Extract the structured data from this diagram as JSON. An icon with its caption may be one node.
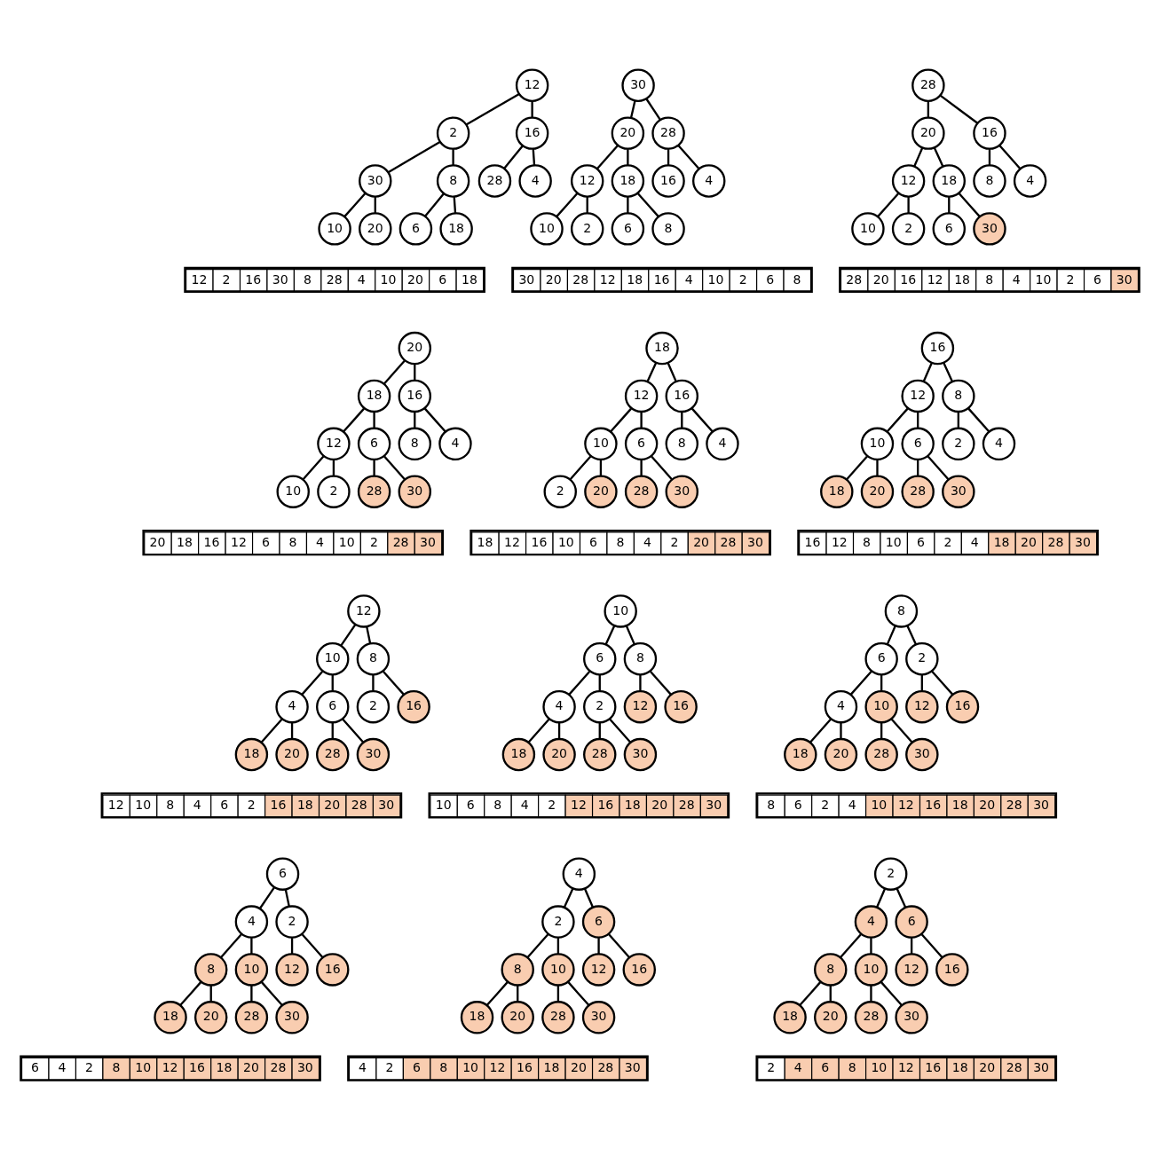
{
  "diagram": {
    "nodes": [
      {
        "text": [
          "12"
        ]
      },
      {
        "text": [
          "2"
        ]
      },
      {
        "text": [
          "16"
        ]
      },
      {
        "text": [
          "30"
        ]
      },
      {
        "text": [
          "8"
        ]
      },
      {
        "text": [
          "28"
        ]
      },
      {
        "text": [
          "4"
        ]
      },
      {
        "text": [
          "10"
        ]
      },
      {
        "text": [
          "20"
        ]
      },
      {
        "text": [
          "6"
        ]
      },
      {
        "text": [
          "18"
        ]
      },
      {
        "text": [
          "30"
        ]
      },
      {
        "text": [
          "20"
        ]
      },
      {
        "text": [
          "28"
        ]
      },
      {
        "text": [
          "12"
        ]
      },
      {
        "text": [
          "18"
        ]
      },
      {
        "text": [
          "16"
        ]
      },
      {
        "text": [
          "4"
        ]
      },
      {
        "text": [
          "10"
        ]
      },
      {
        "text": [
          "2"
        ]
      },
      {
        "text": [
          "6"
        ]
      },
      {
        "text": [
          "8"
        ]
      },
      {
        "text": [
          "28"
        ]
      },
      {
        "text": [
          "20"
        ]
      },
      {
        "text": [
          "16"
        ]
      },
      {
        "text": [
          "12"
        ]
      },
      {
        "text": [
          "18"
        ]
      },
      {
        "text": [
          "8"
        ]
      },
      {
        "text": [
          "4"
        ]
      },
      {
        "text": [
          "10"
        ]
      },
      {
        "text": [
          "2"
        ]
      },
      {
        "text": [
          "6"
        ]
      },
      {
        "text": [
          "30"
        ]
      },
      {
        "text": [
          "20"
        ]
      },
      {
        "text": [
          "18"
        ]
      },
      {
        "text": [
          "16"
        ]
      },
      {
        "text": [
          "12"
        ]
      },
      {
        "text": [
          "6"
        ]
      },
      {
        "text": [
          "8"
        ]
      },
      {
        "text": [
          "4"
        ]
      },
      {
        "text": [
          "10"
        ]
      },
      {
        "text": [
          "2"
        ]
      },
      {
        "text": [
          "28"
        ]
      },
      {
        "text": [
          "30"
        ]
      },
      {
        "text": [
          "18"
        ]
      },
      {
        "text": [
          "12"
        ]
      },
      {
        "text": [
          "16"
        ]
      },
      {
        "text": [
          "10"
        ]
      },
      {
        "text": [
          "6"
        ]
      },
      {
        "text": [
          "8"
        ]
      },
      {
        "text": [
          "4"
        ]
      },
      {
        "text": [
          "2"
        ]
      },
      {
        "text": [
          "20"
        ]
      },
      {
        "text": [
          "28"
        ]
      },
      {
        "text": [
          "30"
        ]
      },
      {
        "text": [
          "16"
        ]
      },
      {
        "text": [
          "12"
        ]
      },
      {
        "text": [
          "8"
        ]
      },
      {
        "text": [
          "10"
        ]
      },
      {
        "text": [
          "6"
        ]
      },
      {
        "text": [
          "2"
        ]
      },
      {
        "text": [
          "4"
        ]
      },
      {
        "text": [
          "18"
        ]
      },
      {
        "text": [
          "20"
        ]
      },
      {
        "text": [
          "28"
        ]
      },
      {
        "text": [
          "30"
        ]
      },
      {
        "text": [
          "12"
        ]
      },
      {
        "text": [
          "10"
        ]
      },
      {
        "text": [
          "8"
        ]
      },
      {
        "text": [
          "4"
        ]
      },
      {
        "text": [
          "6"
        ]
      },
      {
        "text": [
          "2"
        ]
      },
      {
        "text": [
          "16"
        ]
      },
      {
        "text": [
          "18"
        ]
      },
      {
        "text": [
          "20"
        ]
      },
      {
        "text": [
          "28"
        ]
      },
      {
        "text": [
          "30"
        ]
      },
      {
        "text": [
          "10"
        ]
      },
      {
        "text": [
          "6"
        ]
      },
      {
        "text": [
          "8"
        ]
      },
      {
        "text": [
          "4"
        ]
      },
      {
        "text": [
          "2"
        ]
      },
      {
        "text": [
          "12"
        ]
      },
      {
        "text": [
          "16"
        ]
      },
      {
        "text": [
          "18"
        ]
      },
      {
        "text": [
          "20"
        ]
      },
      {
        "text": [
          "28"
        ]
      },
      {
        "text": [
          "30"
        ]
      },
      {
        "text": [
          "8"
        ]
      },
      {
        "text": [
          "6"
        ]
      },
      {
        "text": [
          "2"
        ]
      },
      {
        "text": [
          "4"
        ]
      },
      {
        "text": [
          "10"
        ]
      },
      {
        "text": [
          "12"
        ]
      },
      {
        "text": [
          "16"
        ]
      },
      {
        "text": [
          "18"
        ]
      },
      {
        "text": [
          "20"
        ]
      },
      {
        "text": [
          "28"
        ]
      },
      {
        "text": [
          "30"
        ]
      },
      {
        "text": [
          "6"
        ]
      },
      {
        "text": [
          "4"
        ]
      },
      {
        "text": [
          "2"
        ]
      },
      {
        "text": [
          "8"
        ]
      },
      {
        "text": [
          "10"
        ]
      },
      {
        "text": [
          "12"
        ]
      },
      {
        "text": [
          "16"
        ]
      },
      {
        "text": [
          "18"
        ]
      },
      {
        "text": [
          "20"
        ]
      },
      {
        "text": [
          "28"
        ]
      },
      {
        "text": [
          "30"
        ]
      },
      {
        "text": [
          "4"
        ]
      },
      {
        "text": [
          "2"
        ]
      },
      {
        "text": [
          "6"
        ]
      },
      {
        "text": [
          "8"
        ]
      },
      {
        "text": [
          "10"
        ]
      },
      {
        "text": [
          "12"
        ]
      },
      {
        "text": [
          "16"
        ]
      },
      {
        "text": [
          "18"
        ]
      },
      {
        "text": [
          "20"
        ]
      },
      {
        "text": [
          "28"
        ]
      },
      {
        "text": [
          "30"
        ]
      },
      {
        "text": [
          "2"
        ]
      },
      {
        "text": [
          "4"
        ]
      },
      {
        "text": [
          "6"
        ]
      },
      {
        "text": [
          "8"
        ]
      },
      {
        "text": [
          "10"
        ]
      },
      {
        "text": [
          "12"
        ]
      },
      {
        "text": [
          "16"
        ]
      },
      {
        "text": [
          "18"
        ]
      },
      {
        "text": [
          "20"
        ]
      },
      {
        "text": [
          "28"
        ]
      },
      {
        "text": [
          "30"
        ]
      }
    ],
    "edges": [
      {
        "from": 0,
        "to": 1,
        "arrow": "none"
      },
      {
        "from": 0,
        "to": 2,
        "arrow": "none"
      },
      {
        "from": 1,
        "to": 3,
        "arrow": "none"
      },
      {
        "from": 1,
        "to": 4,
        "arrow": "none"
      },
      {
        "from": 2,
        "to": 5,
        "arrow": "none"
      },
      {
        "from": 2,
        "to": 6,
        "arrow": "none"
      },
      {
        "from": 3,
        "to": 7,
        "arrow": "none"
      },
      {
        "from": 3,
        "to": 8,
        "arrow": "none"
      },
      {
        "from": 4,
        "to": 9,
        "arrow": "none"
      },
      {
        "from": 4,
        "to": 10,
        "arrow": "none"
      },
      {
        "from": 11,
        "to": 12,
        "arrow": "none"
      },
      {
        "from": 11,
        "to": 13,
        "arrow": "none"
      },
      {
        "from": 12,
        "to": 14,
        "arrow": "none"
      },
      {
        "from": 12,
        "to": 15,
        "arrow": "none"
      },
      {
        "from": 13,
        "to": 16,
        "arrow": "none"
      },
      {
        "from": 13,
        "to": 17,
        "arrow": "none"
      },
      {
        "from": 14,
        "to": 18,
        "arrow": "none"
      },
      {
        "from": 14,
        "to": 19,
        "arrow": "none"
      },
      {
        "from": 15,
        "to": 20,
        "arrow": "none"
      },
      {
        "from": 15,
        "to": 21,
        "arrow": "none"
      },
      {
        "from": 22,
        "to": 23,
        "arrow": "none"
      },
      {
        "from": 22,
        "to": 24,
        "arrow": "none"
      },
      {
        "from": 23,
        "to": 25,
        "arrow": "none"
      },
      {
        "from": 23,
        "to": 26,
        "arrow": "none"
      },
      {
        "from": 24,
        "to": 27,
        "arrow": "none"
      },
      {
        "from": 24,
        "to": 28,
        "arrow": "none"
      },
      {
        "from": 25,
        "to": 29,
        "arrow": "none"
      },
      {
        "from": 25,
        "to": 30,
        "arrow": "none"
      },
      {
        "from": 26,
        "to": 31,
        "arrow": "none"
      },
      {
        "from": 26,
        "to": 32,
        "arrow": "none"
      },
      {
        "from": 33,
        "to": 34,
        "arrow": "none"
      },
      {
        "from": 33,
        "to": 35,
        "arrow": "none"
      },
      {
        "from": 34,
        "to": 36,
        "arrow": "none"
      },
      {
        "from": 34,
        "to": 37,
        "arrow": "none"
      },
      {
        "from": 35,
        "to": 38,
        "arrow": "none"
      },
      {
        "from": 35,
        "to": 39,
        "arrow": "none"
      },
      {
        "from": 36,
        "to": 40,
        "arrow": "none"
      },
      {
        "from": 36,
        "to": 41,
        "arrow": "none"
      },
      {
        "from": 37,
        "to": 42,
        "arrow": "none"
      },
      {
        "from": 37,
        "to": 43,
        "arrow": "none"
      },
      {
        "from": 44,
        "to": 45,
        "arrow": "none"
      },
      {
        "from": 44,
        "to": 46,
        "arrow": "none"
      },
      {
        "from": 45,
        "to": 47,
        "arrow": "none"
      },
      {
        "from": 45,
        "to": 48,
        "arrow": "none"
      },
      {
        "from": 46,
        "to": 49,
        "arrow": "none"
      },
      {
        "from": 46,
        "to": 50,
        "arrow": "none"
      },
      {
        "from": 47,
        "to": 51,
        "arrow": "none"
      },
      {
        "from": 47,
        "to": 52,
        "arrow": "none"
      },
      {
        "from": 48,
        "to": 53,
        "arrow": "none"
      },
      {
        "from": 48,
        "to": 54,
        "arrow": "none"
      },
      {
        "from": 55,
        "to": 56,
        "arrow": "none"
      },
      {
        "from": 55,
        "to": 57,
        "arrow": "none"
      },
      {
        "from": 56,
        "to": 58,
        "arrow": "none"
      },
      {
        "from": 56,
        "to": 59,
        "arrow": "none"
      },
      {
        "from": 57,
        "to": 60,
        "arrow": "none"
      },
      {
        "from": 57,
        "to": 61,
        "arrow": "none"
      },
      {
        "from": 58,
        "to": 62,
        "arrow": "none"
      },
      {
        "from": 58,
        "to": 63,
        "arrow": "none"
      },
      {
        "from": 59,
        "to": 64,
        "arrow": "none"
      },
      {
        "from": 59,
        "to": 65,
        "arrow": "none"
      },
      {
        "from": 66,
        "to": 67,
        "arrow": "none"
      },
      {
        "from": 66,
        "to": 68,
        "arrow": "none"
      },
      {
        "from": 67,
        "to": 69,
        "arrow": "none"
      },
      {
        "from": 67,
        "to": 70,
        "arrow": "none"
      },
      {
        "from": 68,
        "to": 71,
        "arrow": "none"
      },
      {
        "from": 68,
        "to": 72,
        "arrow": "none"
      },
      {
        "from": 69,
        "to": 73,
        "arrow": "none"
      },
      {
        "from": 69,
        "to": 74,
        "arrow": "none"
      },
      {
        "from": 70,
        "to": 75,
        "arrow": "none"
      },
      {
        "from": 70,
        "to": 76,
        "arrow": "none"
      },
      {
        "from": 77,
        "to": 78,
        "arrow": "none"
      },
      {
        "from": 77,
        "to": 79,
        "arrow": "none"
      },
      {
        "from": 78,
        "to": 80,
        "arrow": "none"
      },
      {
        "from": 78,
        "to": 81,
        "arrow": "none"
      },
      {
        "from": 79,
        "to": 82,
        "arrow": "none"
      },
      {
        "from": 79,
        "to": 83,
        "arrow": "none"
      },
      {
        "from": 80,
        "to": 84,
        "arrow": "none"
      },
      {
        "from": 80,
        "to": 85,
        "arrow": "none"
      },
      {
        "from": 81,
        "to": 86,
        "arrow": "none"
      },
      {
        "from": 81,
        "to": 87,
        "arrow": "none"
      },
      {
        "from": 88,
        "to": 89,
        "arrow": "none"
      },
      {
        "from": 88,
        "to": 90,
        "arrow": "none"
      },
      {
        "from": 89,
        "to": 91,
        "arrow": "none"
      },
      {
        "from": 89,
        "to": 92,
        "arrow": "none"
      },
      {
        "from": 90,
        "to": 93,
        "arrow": "none"
      },
      {
        "from": 90,
        "to": 94,
        "arrow": "none"
      },
      {
        "from": 91,
        "to": 95,
        "arrow": "none"
      },
      {
        "from": 91,
        "to": 96,
        "arrow": "none"
      },
      {
        "from": 92,
        "to": 97,
        "arrow": "none"
      },
      {
        "from": 92,
        "to": 98,
        "arrow": "none"
      },
      {
        "from": 99,
        "to": 100,
        "arrow": "none"
      },
      {
        "from": 99,
        "to": 101,
        "arrow": "none"
      },
      {
        "from": 100,
        "to": 102,
        "arrow": "none"
      },
      {
        "from": 100,
        "to": 103,
        "arrow": "none"
      },
      {
        "from": 101,
        "to": 104,
        "arrow": "none"
      },
      {
        "from": 101,
        "to": 105,
        "arrow": "none"
      },
      {
        "from": 102,
        "to": 106,
        "arrow": "none"
      },
      {
        "from": 102,
        "to": 107,
        "arrow": "none"
      },
      {
        "from": 103,
        "to": 108,
        "arrow": "none"
      },
      {
        "from": 103,
        "to": 109,
        "arrow": "none"
      },
      {
        "from": 110,
        "to": 111,
        "arrow": "none"
      },
      {
        "from": 110,
        "to": 112,
        "arrow": "none"
      },
      {
        "from": 111,
        "to": 113,
        "arrow": "none"
      },
      {
        "from": 111,
        "to": 114,
        "arrow": "none"
      },
      {
        "from": 112,
        "to": 115,
        "arrow": "none"
      },
      {
        "from": 112,
        "to": 116,
        "arrow": "none"
      },
      {
        "from": 113,
        "to": 117,
        "arrow": "none"
      },
      {
        "from": 113,
        "to": 118,
        "arrow": "none"
      },
      {
        "from": 114,
        "to": 119,
        "arrow": "none"
      },
      {
        "from": 114,
        "to": 120,
        "arrow": "none"
      },
      {
        "from": 121,
        "to": 122,
        "arrow": "none"
      },
      {
        "from": 121,
        "to": 123,
        "arrow": "none"
      },
      {
        "from": 122,
        "to": 124,
        "arrow": "none"
      },
      {
        "from": 122,
        "to": 125,
        "arrow": "none"
      },
      {
        "from": 123,
        "to": 126,
        "arrow": "none"
      },
      {
        "from": 123,
        "to": 127,
        "arrow": "none"
      },
      {
        "from": 124,
        "to": 128,
        "arrow": "none"
      },
      {
        "from": 124,
        "to": 129,
        "arrow": "none"
      },
      {
        "from": 125,
        "to": 130,
        "arrow": "none"
      },
      {
        "from": 125,
        "to": 131,
        "arrow": "none"
      }
    ],
    "labels": [
      "12",
      "2",
      "16",
      "30",
      "8",
      "28",
      "4",
      "10",
      "20",
      "6",
      "18",
      "30",
      "20",
      "28",
      "12",
      "18",
      "16",
      "4",
      "10",
      "2",
      "6",
      "8",
      "28",
      "20",
      "16",
      "12",
      "18",
      "8",
      "4",
      "10",
      "2",
      "6",
      "30",
      "20",
      "18",
      "16",
      "12",
      "6",
      "8",
      "4",
      "10",
      "2",
      "28",
      "30",
      "18",
      "12",
      "16",
      "10",
      "6",
      "8",
      "4",
      "2",
      "20",
      "28",
      "30",
      "16",
      "12",
      "8",
      "10",
      "6",
      "2",
      "4",
      "18",
      "20",
      "28",
      "30",
      "12",
      "10",
      "8",
      "4",
      "6",
      "2",
      "16",
      "18",
      "20",
      "28",
      "30",
      "10",
      "6",
      "8",
      "4",
      "2",
      "12",
      "16",
      "18",
      "20",
      "28",
      "30",
      "8",
      "6",
      "2",
      "4",
      "10",
      "12",
      "16",
      "18",
      "20",
      "28",
      "30",
      "6",
      "4",
      "2",
      "8",
      "10",
      "12",
      "16",
      "18",
      "20",
      "28",
      "30",
      "4",
      "2",
      "6",
      "8",
      "10",
      "12",
      "16",
      "18",
      "20",
      "28",
      "30",
      "2",
      "4",
      "6",
      "8",
      "10",
      "12",
      "16",
      "18",
      "20",
      "28",
      "30"
    ]
  }
}
